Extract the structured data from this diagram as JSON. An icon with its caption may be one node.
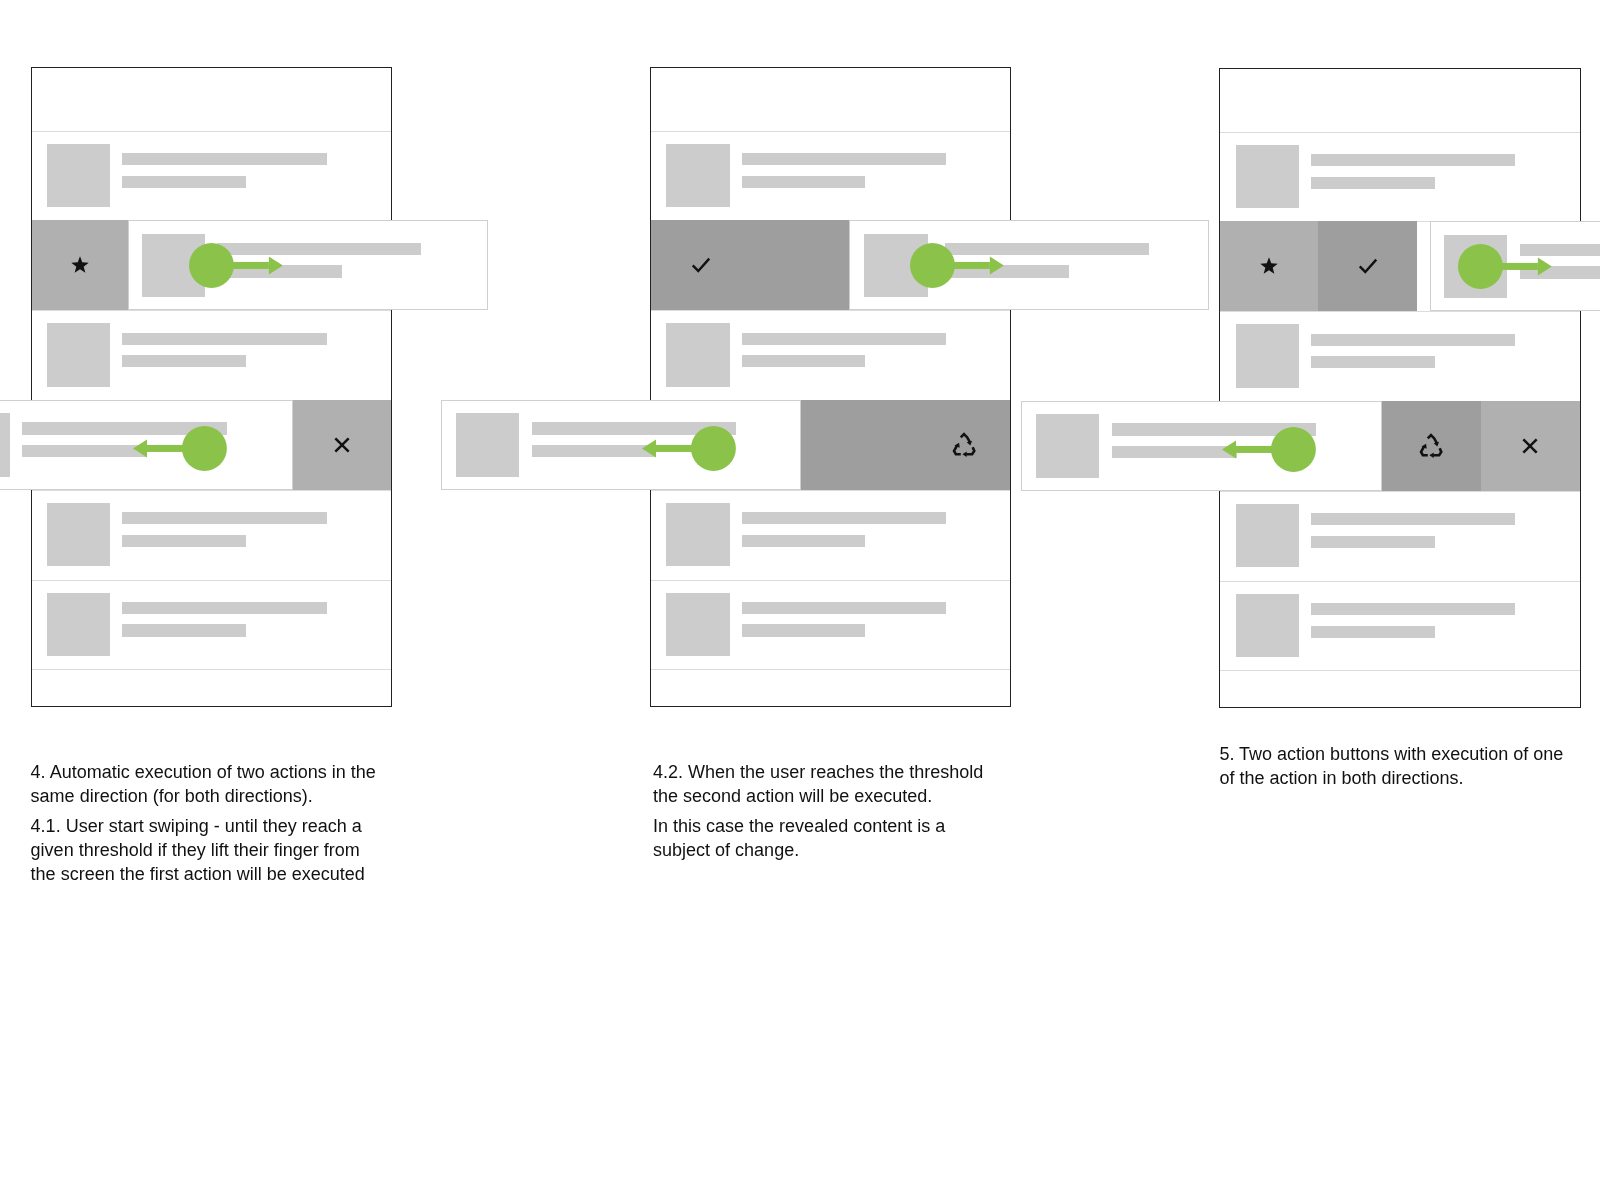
{
  "diagram": {
    "labels": [
      "4. Automatic execution of two actions in the same direction (for both directions).",
      "4.1. User start swiping - until they reach a given threshold if they lift their finger from the screen the first action will be executed",
      "4.2. When the user reaches the threshold the second action will be executed.",
      "In this case the revealed content is a subject of change.",
      "5. Two action buttons with execution of one of the action in both directions."
    ]
  }
}
